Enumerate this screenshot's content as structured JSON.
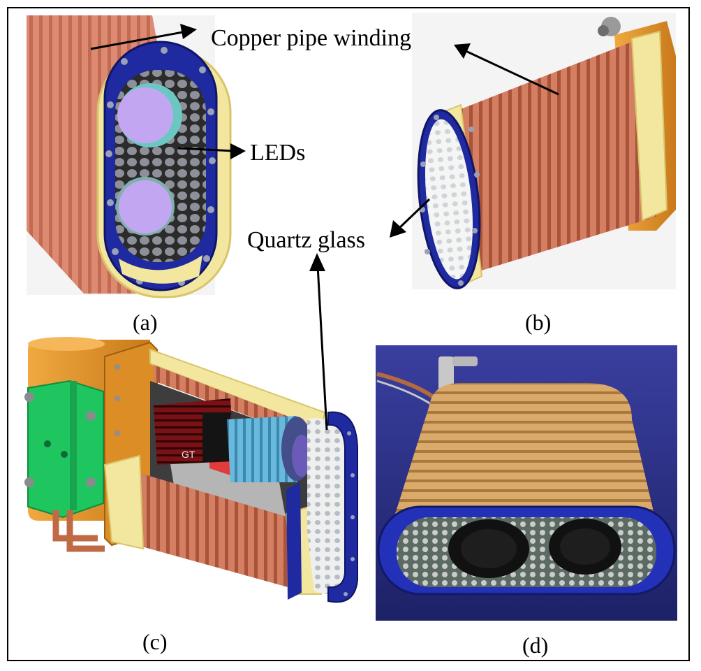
{
  "labels": {
    "copper": "Copper pipe winding",
    "leds": "LEDs",
    "quartz": "Quartz glass"
  },
  "captions": {
    "a": "(a)",
    "b": "(b)",
    "c": "(c)",
    "d": "(d)"
  },
  "camera_text": "GT",
  "colors": {
    "copper": "#d8806a",
    "copper_dark": "#b3573f",
    "blue_flange": "#1f2aa0",
    "yellow_frame": "#f3e7a0",
    "led": "#8a8d95",
    "lens": "#b9a3f0",
    "orange_body": "#e0972a",
    "green_plate": "#1fc65f",
    "camera_red": "#6d0f12",
    "lens_blue": "#5fb2d8",
    "photo_bg": "#2a2f8f"
  }
}
